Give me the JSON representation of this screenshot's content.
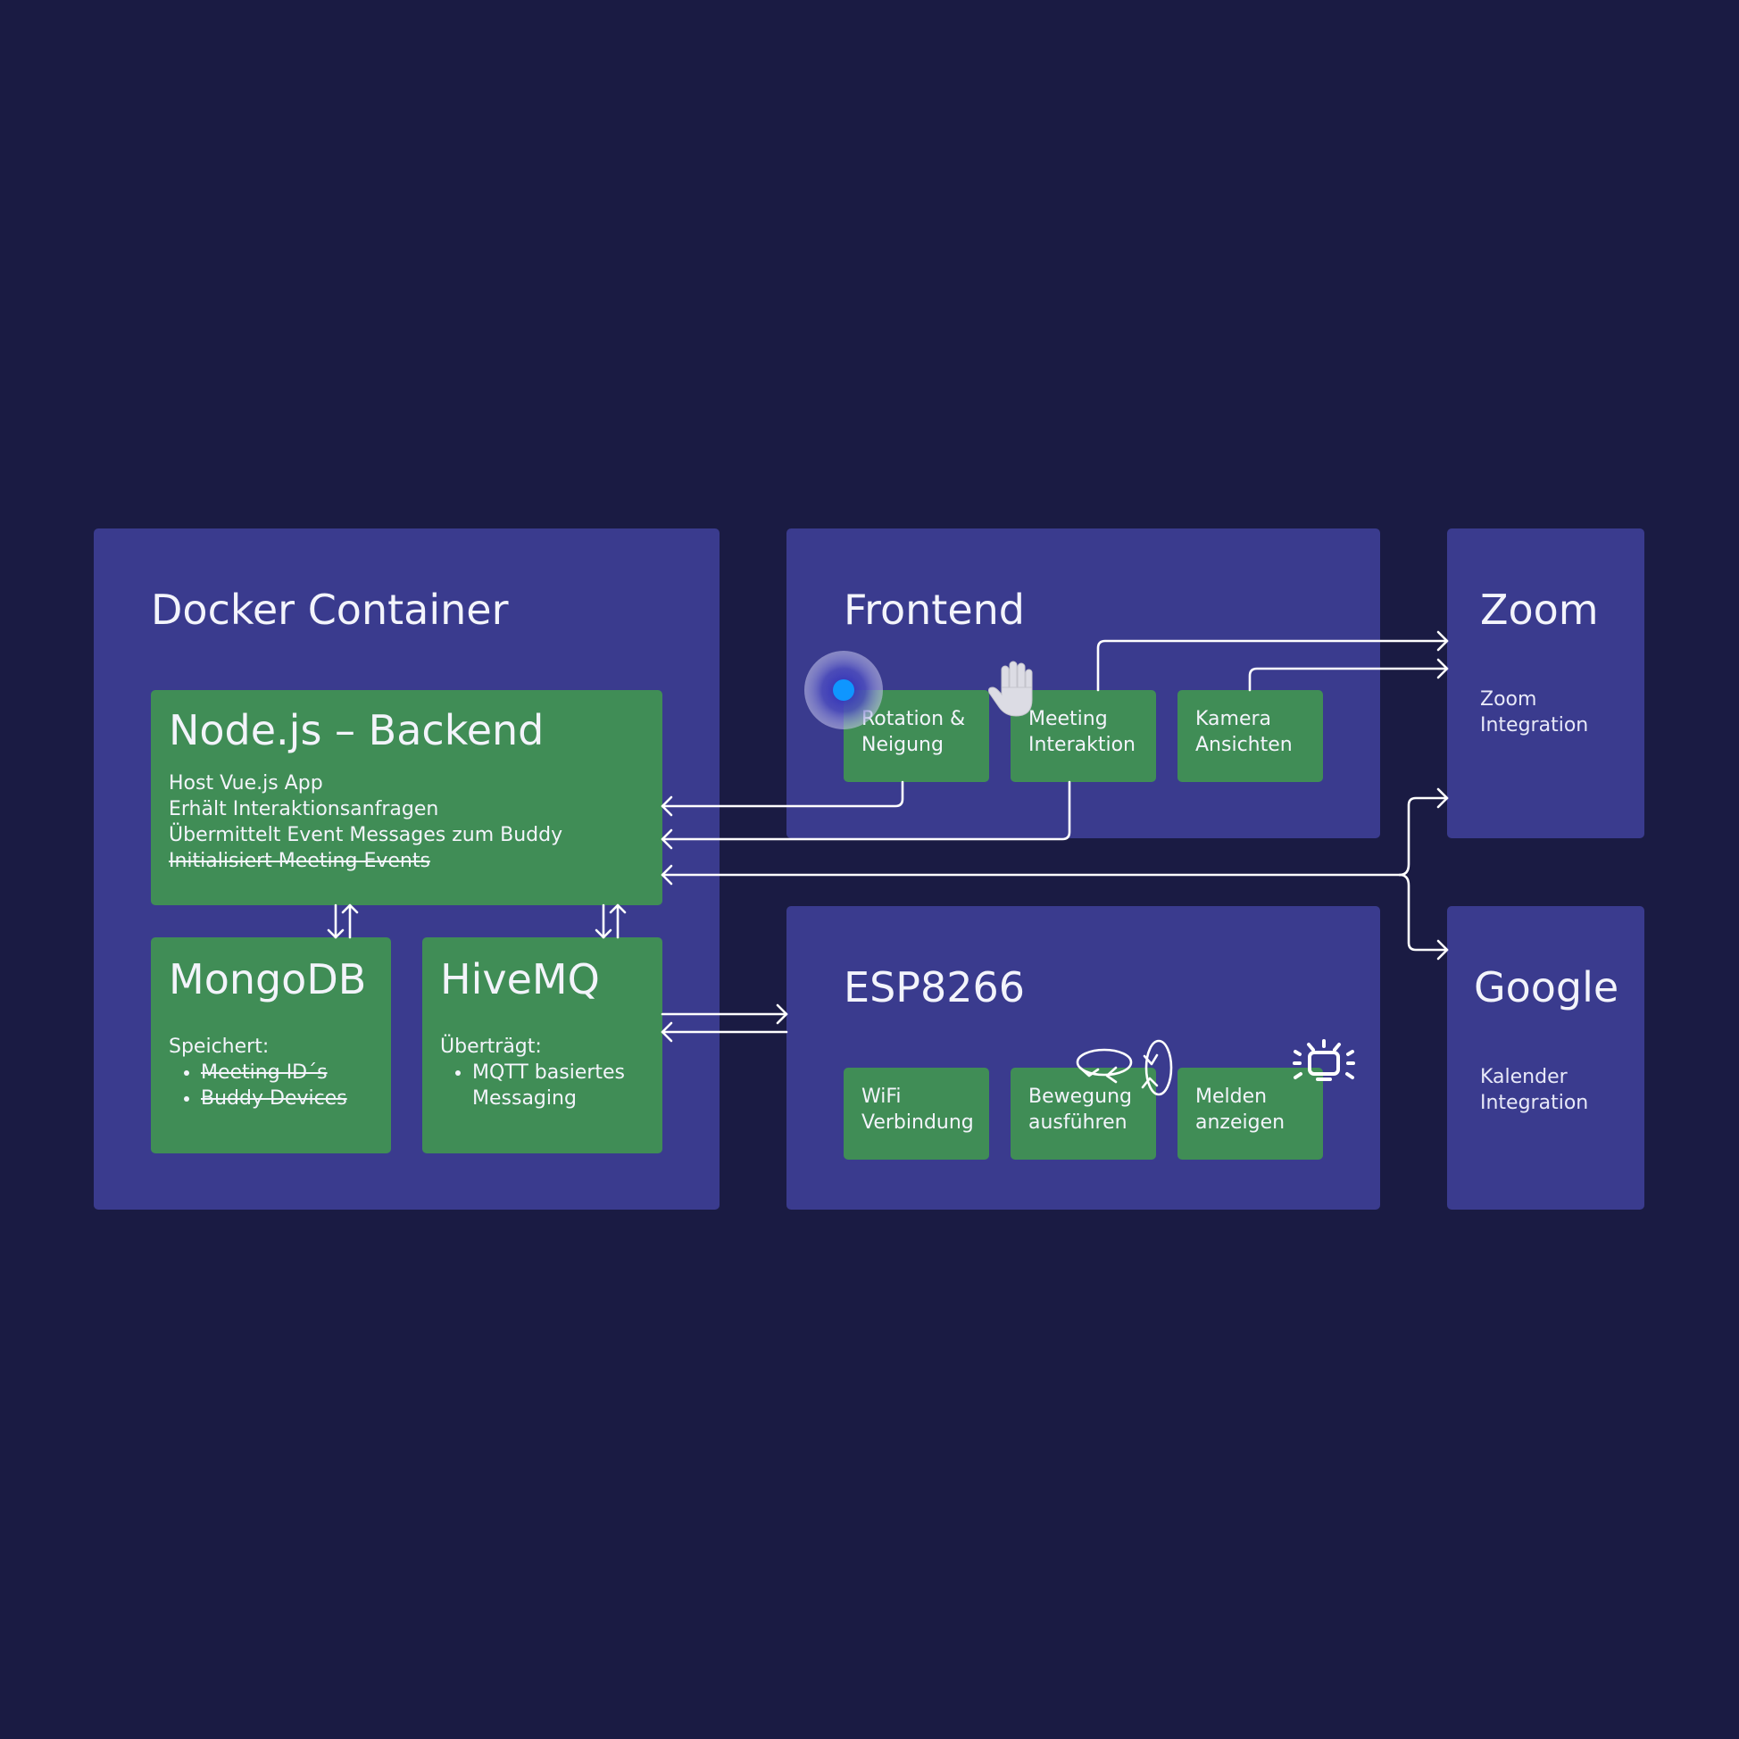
{
  "docker": {
    "title": "Docker Container",
    "backend": {
      "title": "Node.js – Backend",
      "lines": [
        "Host Vue.js App",
        "Erhält Interaktionsanfragen",
        "Übermittelt Event Messages zum Buddy"
      ],
      "struck_line": "Initialisiert Meeting Events"
    },
    "mongodb": {
      "title": "MongoDB",
      "label": "Speichert:",
      "items": [
        "Meeting ID´s",
        "Buddy Devices"
      ]
    },
    "hivemq": {
      "title": "HiveMQ",
      "label": "Überträgt:",
      "items": [
        "MQTT basiertes Messaging"
      ]
    }
  },
  "frontend": {
    "title": "Frontend",
    "boxes": [
      {
        "label": "Rotation & Neigung",
        "icon": "touch-point-icon"
      },
      {
        "label": "Meeting Interaktion",
        "icon": "raised-hand-icon"
      },
      {
        "label": "Kamera Ansichten",
        "icon": ""
      }
    ]
  },
  "esp": {
    "title": "ESP8266",
    "boxes": [
      {
        "label": "WiFi Verbindung",
        "icon": ""
      },
      {
        "label": "Bewegung ausführen",
        "icon": "rotate-arrows-icon"
      },
      {
        "label": "Melden anzeigen",
        "icon": "light-display-icon"
      }
    ]
  },
  "zoom": {
    "title": "Zoom",
    "subtitle": "Zoom Integration"
  },
  "google": {
    "title": "Google",
    "subtitle": "Kalender Integration"
  },
  "colors": {
    "background": "#1a1b43",
    "panel": "#3a3b8e",
    "box": "#408d56",
    "text": "#f3f4fb",
    "touch": "#0f96ff"
  }
}
